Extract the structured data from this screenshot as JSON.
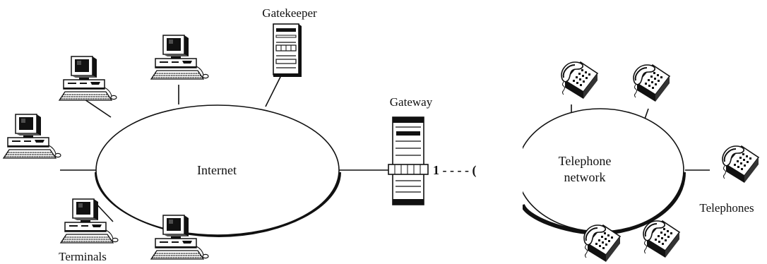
{
  "labels": {
    "gatekeeper": "Gatekeeper",
    "gateway": "Gateway",
    "internet": "Internet",
    "telephone_line1": "Telephone",
    "telephone_line2": "network",
    "telephones": "Telephones",
    "terminals": "Terminals",
    "gateway_link": "1 - - - - ("
  },
  "icons": {
    "terminal": "computer-terminal-icon",
    "telephone": "desk-telephone-icon",
    "server": "server-rack-icon"
  },
  "colors": {
    "ink": "#111111",
    "fill": "#ffffff"
  }
}
